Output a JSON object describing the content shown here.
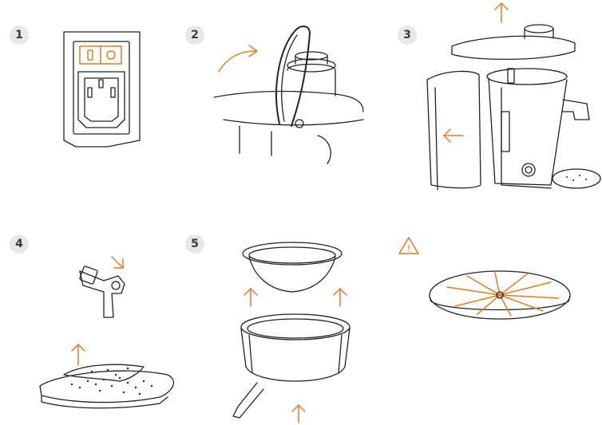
{
  "steps": [
    {
      "label": "1"
    },
    {
      "label": "2"
    },
    {
      "label": "3"
    },
    {
      "label": "4"
    },
    {
      "label": "5"
    }
  ],
  "warning": {
    "symbol": "!"
  },
  "colors": {
    "accent": "#e07b22",
    "line": "#222222",
    "badge_bg": "#e7e7e7"
  },
  "icons": [
    "power-switch-socket",
    "lid-clamp",
    "juicer-disassembly",
    "spout-and-filter",
    "bowls",
    "warning-triangle",
    "grater-disc"
  ]
}
